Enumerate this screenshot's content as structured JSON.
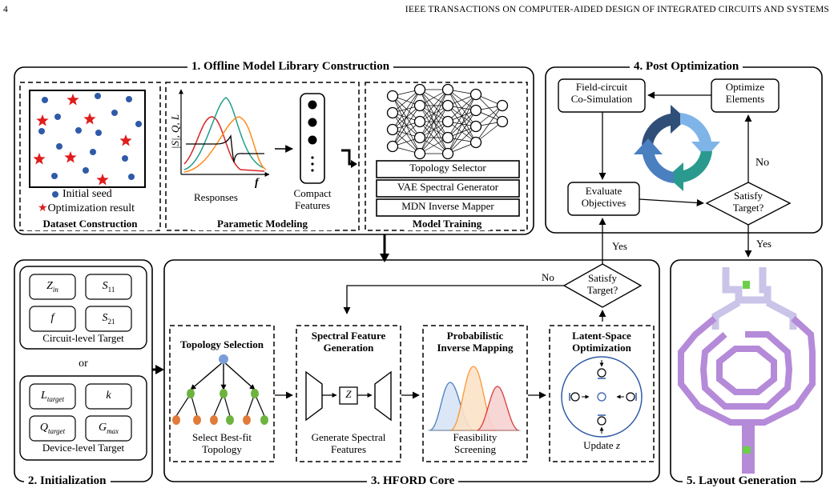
{
  "header": {
    "page_number": "4",
    "journal": "IEEE TRANSACTIONS ON COMPUTER-AIDED DESIGN OF INTEGRATED CIRCUITS AND SYSTEMS"
  },
  "panels": {
    "offline": {
      "title": "1. Offline Model Library Construction",
      "dataset": {
        "legend_seed": "Initial seed",
        "legend_opt": "Optimization result",
        "caption": "Dataset Construction"
      },
      "parametric": {
        "ylabel": "|S|, Q, L",
        "xlabel": "f",
        "responses": "Responses",
        "compact_1": "Compact",
        "compact_2": "Features",
        "caption": "Parametic Modeling"
      },
      "training": {
        "topology_selector": "Topology Selector",
        "vae": "VAE Spectral Generator",
        "mdn": "MDN Inverse Mapper",
        "caption": "Model Training"
      }
    },
    "post": {
      "title": "4. Post Optimization",
      "field_1": "Field-circuit",
      "field_2": "Co-Simulation",
      "optimize_1": "Optimize",
      "optimize_2": "Elements",
      "evaluate_1": "Evaluate",
      "evaluate_2": "Objectives",
      "satisfy_1": "Satisfy",
      "satisfy_2": "Target?",
      "no": "No",
      "yes_left": "Yes",
      "yes_right": "Yes"
    },
    "init": {
      "title": "2. Initialization",
      "circuit": {
        "p1": "Z",
        "p1_sub": "in",
        "p2": "S",
        "p2_sub": "11",
        "p3": "f",
        "p4": "S",
        "p4_sub": "21",
        "caption": "Circuit-level Target"
      },
      "or": "or",
      "device": {
        "p1": "L",
        "p1_sub": "target",
        "p2": "k",
        "p3": "Q",
        "p3_sub": "target",
        "p4": "G",
        "p4_sub": "max",
        "caption": "Device-level Target"
      }
    },
    "core": {
      "title": "3. HFORD Core",
      "satisfy_1": "Satisfy",
      "satisfy_2": "Target?",
      "no": "No",
      "topology": {
        "title": "Topology Selection",
        "cap1": "Select Best-fit",
        "cap2": "Topology"
      },
      "spectral": {
        "title1": "Spectral Feature",
        "title2": "Generation",
        "z": "Z",
        "cap1": "Generate Spectral",
        "cap2": "Features"
      },
      "inverse": {
        "title1": "Probabilistic",
        "title2": "Inverse Mapping",
        "cap1": "Feasibility",
        "cap2": "Screening"
      },
      "latent": {
        "title1": "Latent-Space",
        "title2": "Optimization",
        "cap": "Update",
        "cap_var": "z"
      }
    },
    "layout": {
      "title": "5. Layout Generation"
    }
  },
  "colors": {
    "seed_blue": "#2f5aa8",
    "star_red": "#e01c1c",
    "curve_red": "#d62728",
    "curve_teal": "#1f9e89",
    "curve_orange": "#ff8c1a",
    "node_green": "#6db33f",
    "node_orange": "#e07b39",
    "node_blue": "#7b9ed8",
    "arrow_dark": "#2f4f78",
    "arrow_mid": "#4a7fc0",
    "arrow_light": "#7fb4e8",
    "arrow_teal": "#2a9a8e",
    "layout_purple": "#b58ad9",
    "layout_lavender": "#c9c4e8",
    "layout_green": "#6ccf4a"
  }
}
